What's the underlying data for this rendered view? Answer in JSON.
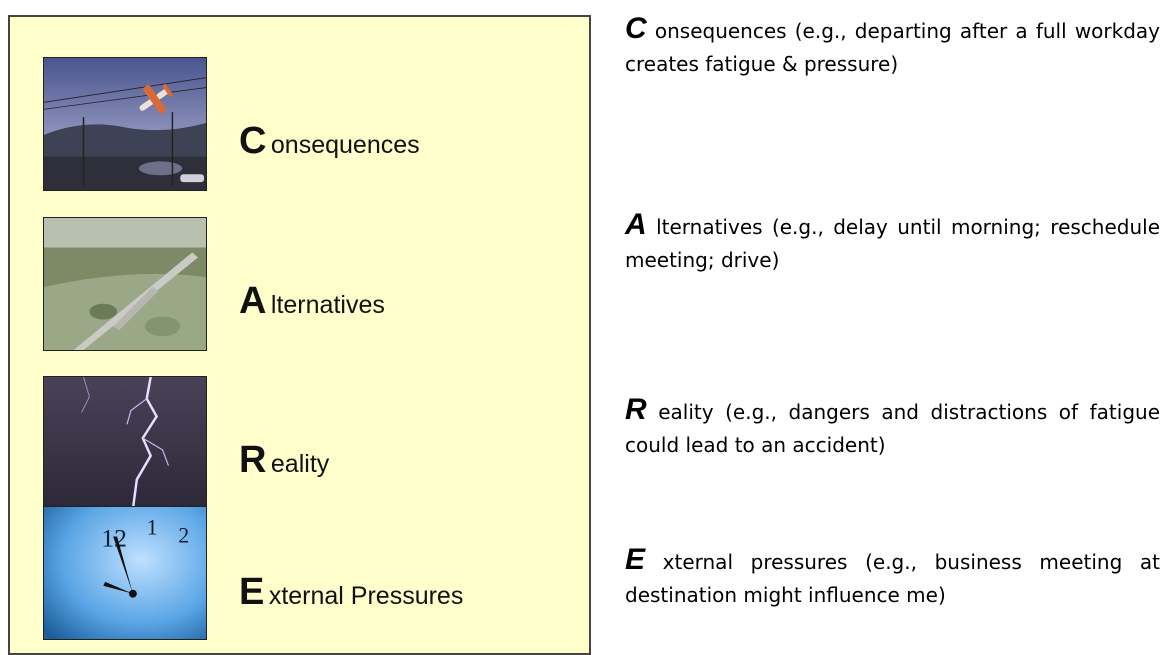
{
  "items": [
    {
      "letter": "C",
      "rest": "onsequences",
      "desc_initial": "C",
      "desc_text": "onsequences (e.g., departing after a full workday creates fatigue & pressure)",
      "image": "airplane-takeoff-icon"
    },
    {
      "letter": "A",
      "rest": "lternatives",
      "desc_initial": "A",
      "desc_text": "lternatives (e.g., delay until  morning; reschedule meeting; drive)",
      "image": "runway-aerial-icon"
    },
    {
      "letter": "R",
      "rest": "eality",
      "desc_initial": "R",
      "desc_text": "eality (e.g., dangers and distractions of fatigue could lead to an accident)",
      "image": "lightning-icon"
    },
    {
      "letter": "E",
      "rest": "xternal Pressures",
      "desc_initial": "E",
      "desc_text": "xternal pressures (e.g., business meeting at destination might influence me)",
      "image": "clock-icon"
    }
  ],
  "colors": {
    "panel_bg": "#ffffcc",
    "panel_border": "#444444",
    "text": "#000000"
  }
}
